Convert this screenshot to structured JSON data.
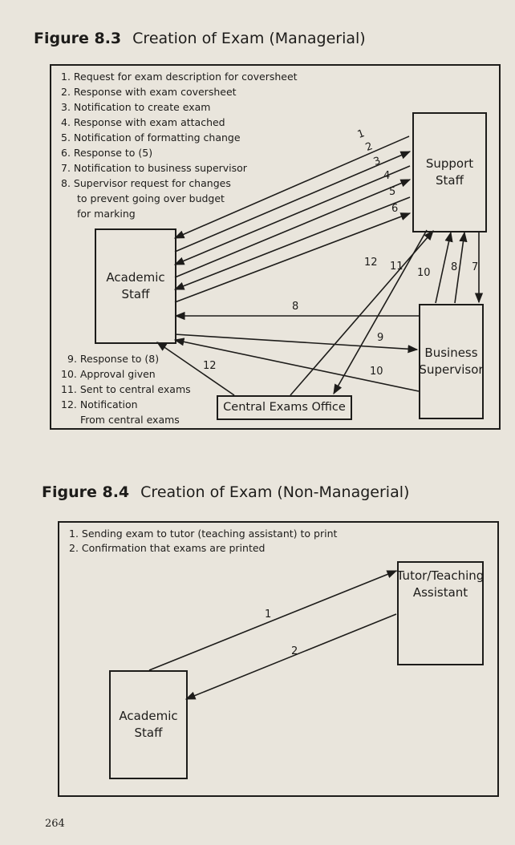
{
  "figure_83": {
    "number": "Figure 8.3",
    "title": "Creation of Exam (Managerial)",
    "legend_top": [
      "1. Request for exam description for coversheet",
      "2. Response with exam coversheet",
      "3. Notification to create exam",
      "4. Response with exam attached",
      "5. Notification of formatting change",
      "6. Response to (5)",
      "7. Notification to business supervisor",
      "8. Supervisor request for changes",
      "to prevent going over budget",
      "for marking"
    ],
    "legend_bottom": [
      "9. Response to (8)",
      "10. Approval given",
      "11. Sent to central exams",
      "12. Notification",
      "From central exams"
    ],
    "nodes": {
      "academic_staff": [
        "Academic",
        "Staff"
      ],
      "support_staff": [
        "Support",
        "Staff"
      ],
      "business_supervisor": [
        "Business",
        "Supervisor"
      ],
      "central_exams_office": "Central Exams Office"
    },
    "arrow_labels": [
      "1",
      "2",
      "3",
      "4",
      "5",
      "6",
      "7",
      "8",
      "8",
      "9",
      "10",
      "10",
      "11",
      "12",
      "12"
    ]
  },
  "figure_84": {
    "number": "Figure 8.4",
    "title": "Creation of Exam (Non-Managerial)",
    "legend": [
      "1. Sending exam to tutor (teaching assistant) to print",
      "2. Confirmation that exams are printed"
    ],
    "nodes": {
      "academic_staff": [
        "Academic",
        "Staff"
      ],
      "tutor": [
        "Tutor/Teaching",
        "Assistant"
      ]
    },
    "arrow_labels": [
      "1",
      "2"
    ]
  },
  "page_number": "264"
}
